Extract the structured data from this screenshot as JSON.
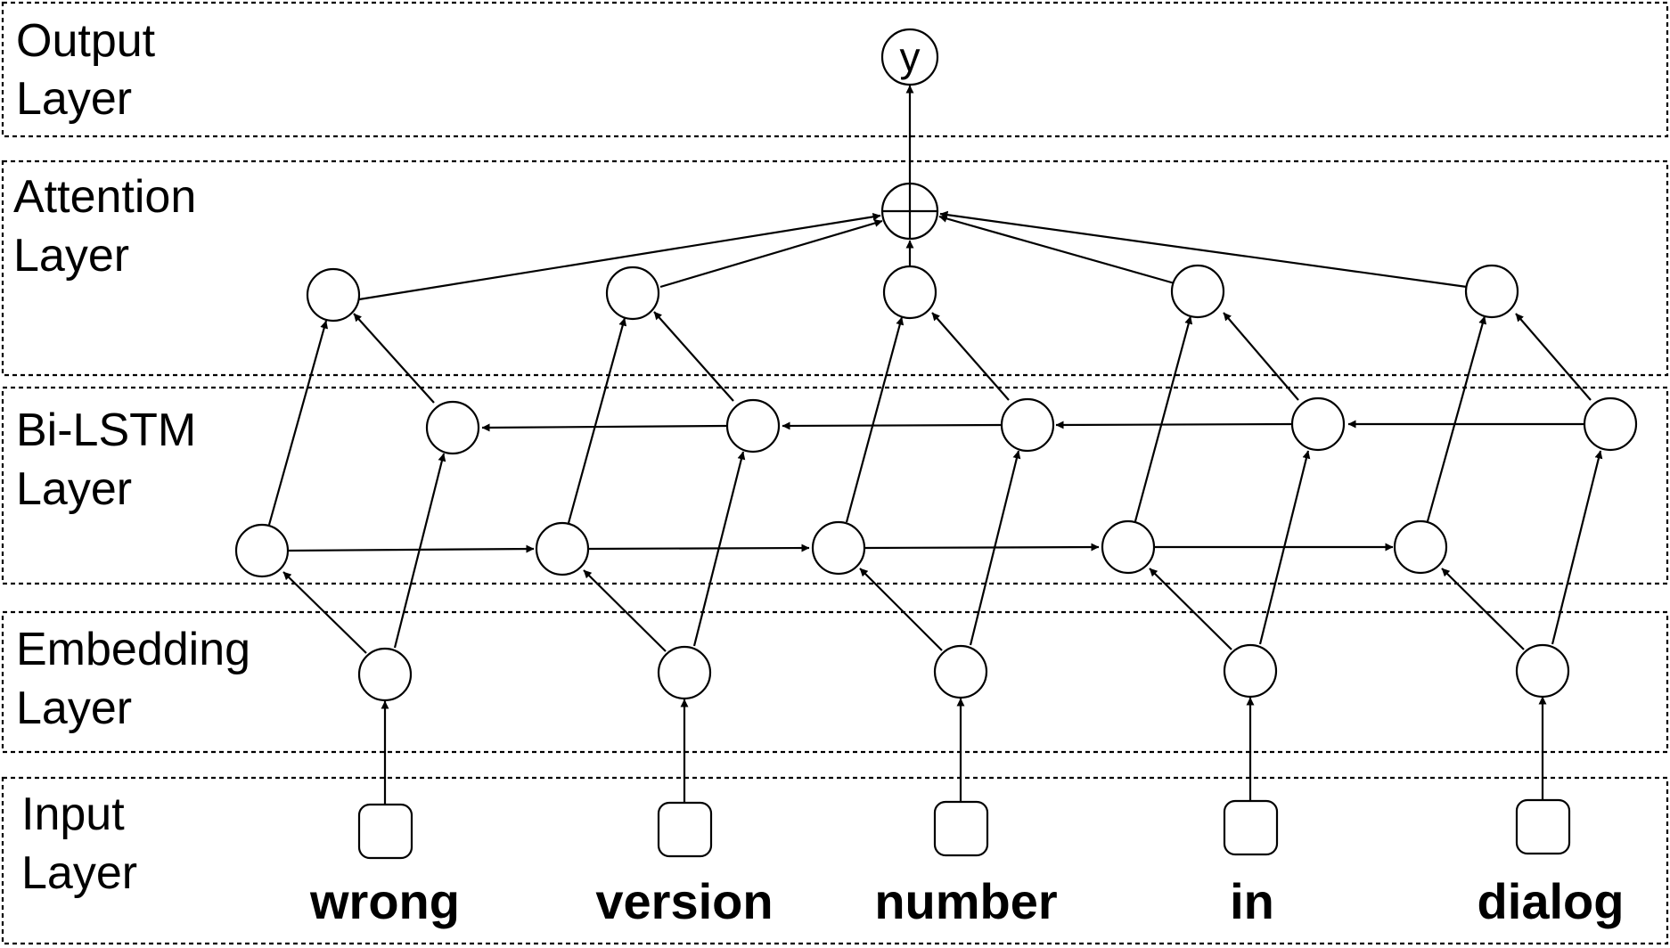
{
  "layers": {
    "output": {
      "line1": "Output",
      "line2": "Layer"
    },
    "attention": {
      "line1": "Attention",
      "line2": "Layer"
    },
    "bilstm": {
      "line1": "Bi-LSTM",
      "line2": "Layer"
    },
    "embedding": {
      "line1": "Embedding",
      "line2": "Layer"
    },
    "input": {
      "line1": "Input",
      "line2": "Layer"
    }
  },
  "tokens": [
    "wrong",
    "version",
    "number",
    "in",
    "dialog"
  ],
  "output_node": {
    "label": "y"
  },
  "attention_node": {
    "symbol": "circle-plus"
  }
}
